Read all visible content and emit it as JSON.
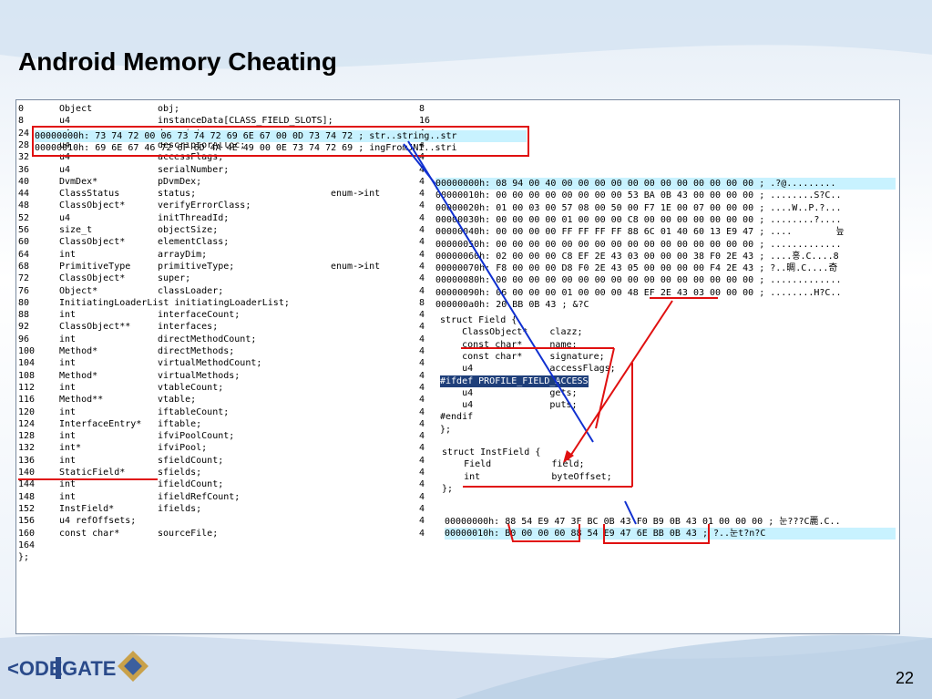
{
  "slide": {
    "title": "Android Memory Cheating",
    "page_number": "22",
    "logo_text": "<ODE GATE"
  },
  "struct_table": [
    {
      "off": "0",
      "type": "Object",
      "name": "obj;",
      "note": "",
      "size": "8"
    },
    {
      "off": "8",
      "type": "u4",
      "name": "instanceData[CLASS_FIELD_SLOTS];",
      "note": "",
      "size": "16"
    },
    {
      "off": "24",
      "type": "u4",
      "name": "descriptor;",
      "note": "",
      "size": "4"
    },
    {
      "off": "28",
      "type": "u4",
      "name": "descriptorAlloc;",
      "note": "",
      "size": "4"
    },
    {
      "off": "32",
      "type": "u4",
      "name": "accessFlags;",
      "note": "",
      "size": "4"
    },
    {
      "off": "36",
      "type": "u4",
      "name": "serialNumber;",
      "note": "",
      "size": "4"
    },
    {
      "off": "40",
      "type": "DvmDex*",
      "name": "pDvmDex;",
      "note": "",
      "size": "4"
    },
    {
      "off": "44",
      "type": "ClassStatus",
      "name": "status;",
      "note": "enum->int",
      "size": "4"
    },
    {
      "off": "48",
      "type": "ClassObject*",
      "name": "verifyErrorClass;",
      "note": "",
      "size": "4"
    },
    {
      "off": "52",
      "type": "u4",
      "name": "initThreadId;",
      "note": "",
      "size": "4"
    },
    {
      "off": "56",
      "type": "size_t",
      "name": "objectSize;",
      "note": "",
      "size": "4"
    },
    {
      "off": "60",
      "type": "ClassObject*",
      "name": "elementClass;",
      "note": "",
      "size": "4"
    },
    {
      "off": "64",
      "type": "int",
      "name": "arrayDim;",
      "note": "",
      "size": "4"
    },
    {
      "off": "68",
      "type": "PrimitiveType",
      "name": "primitiveType;",
      "note": "enum->int",
      "size": "4"
    },
    {
      "off": "72",
      "type": "ClassObject*",
      "name": "super;",
      "note": "",
      "size": "4"
    },
    {
      "off": "76",
      "type": "Object*",
      "name": "classLoader;",
      "note": "",
      "size": "4"
    },
    {
      "off": "80",
      "type": "InitiatingLoaderList initiatingLoaderList;",
      "name": "",
      "note": "",
      "size": "8"
    },
    {
      "off": "88",
      "type": "int",
      "name": "interfaceCount;",
      "note": "",
      "size": "4"
    },
    {
      "off": "92",
      "type": "ClassObject**",
      "name": "interfaces;",
      "note": "",
      "size": "4"
    },
    {
      "off": "96",
      "type": "int",
      "name": "directMethodCount;",
      "note": "",
      "size": "4"
    },
    {
      "off": "100",
      "type": "Method*",
      "name": "directMethods;",
      "note": "",
      "size": "4"
    },
    {
      "off": "104",
      "type": "int",
      "name": "virtualMethodCount;",
      "note": "",
      "size": "4"
    },
    {
      "off": "108",
      "type": "Method*",
      "name": "virtualMethods;",
      "note": "",
      "size": "4"
    },
    {
      "off": "112",
      "type": "int",
      "name": "vtableCount;",
      "note": "",
      "size": "4"
    },
    {
      "off": "116",
      "type": "Method**",
      "name": "vtable;",
      "note": "",
      "size": "4"
    },
    {
      "off": "120",
      "type": "int",
      "name": "iftableCount;",
      "note": "",
      "size": "4"
    },
    {
      "off": "124",
      "type": "InterfaceEntry*",
      "name": "iftable;",
      "note": "",
      "size": "4"
    },
    {
      "off": "128",
      "type": "int",
      "name": "ifviPoolCount;",
      "note": "",
      "size": "4"
    },
    {
      "off": "132",
      "type": "int*",
      "name": "ifviPool;",
      "note": "",
      "size": "4"
    },
    {
      "off": "136",
      "type": "int",
      "name": "sfieldCount;",
      "note": "",
      "size": "4"
    },
    {
      "off": "140",
      "type": "StaticField*",
      "name": "sfields;",
      "note": "",
      "size": "4"
    },
    {
      "off": "144",
      "type": "int",
      "name": "ifieldCount;",
      "note": "",
      "size": "4"
    },
    {
      "off": "148",
      "type": "int",
      "name": "ifieldRefCount;",
      "note": "",
      "size": "4"
    },
    {
      "off": "152",
      "type": "InstField*",
      "name": "ifields;",
      "note": "",
      "size": "4"
    },
    {
      "off": "156",
      "type": "u4 refOffsets;",
      "name": "",
      "note": "",
      "size": "4"
    },
    {
      "off": "160",
      "type": "const char*",
      "name": "sourceFile;",
      "note": "",
      "size": "4"
    },
    {
      "off": "164",
      "type": "",
      "name": "",
      "note": "",
      "size": ""
    },
    {
      "off": "};",
      "type": "",
      "name": "",
      "note": "",
      "size": ""
    }
  ],
  "hex_top": [
    {
      "addr": "00000000h:",
      "bytes": "73 74 72 00 06 73 74 72 69 6E 67 00 0D 73 74 72",
      "ascii": "; str..string..str"
    },
    {
      "addr": "00000010h:",
      "bytes": "69 6E 67 46 72 6F 6D 4A 4E 49 00 0E 73 74 72 69",
      "ascii": "; ingFromJNI..stri"
    }
  ],
  "hex_class": [
    {
      "addr": "00000000h:",
      "bytes": "08 94 00 40 00 00 00 00 00 00 00 00 00 00 00 00",
      "ascii": "; .?@........."
    },
    {
      "addr": "00000010h:",
      "bytes": "00 00 00 00 00 00 00 00 53 BA 0B 43 00 00 00 00",
      "ascii": "; ........S?C.."
    },
    {
      "addr": "00000020h:",
      "bytes": "01 00 03 00 57 08 00 50 00 F7 1E 00 07 00 00 00",
      "ascii": "; ....W..P.?..."
    },
    {
      "addr": "00000030h:",
      "bytes": "00 00 00 00 01 00 00 00 C8 00 00 00 00 00 00 00",
      "ascii": "; ........?...."
    },
    {
      "addr": "00000040h:",
      "bytes": "00 00 00 00 FF FF FF FF 88 6C 01 40 60 13 E9 47",
      "ascii": "; ....        늪"
    },
    {
      "addr": "00000050h:",
      "bytes": "00 00 00 00 00 00 00 00 00 00 00 00 00 00 00 00",
      "ascii": "; ............."
    },
    {
      "addr": "00000060h:",
      "bytes": "02 00 00 00 C8 EF 2E 43 03 00 00 00 38 F0 2E 43",
      "ascii": "; ....홍.C....8"
    },
    {
      "addr": "00000070h:",
      "bytes": "F8 00 00 00 D8 F0 2E 43 05 00 00 00 00 F4 2E 43",
      "ascii": "; ?..晭.C....奇"
    },
    {
      "addr": "00000080h:",
      "bytes": "00 00 00 00 00 00 00 00 00 00 00 00 00 00 00 00",
      "ascii": "; ............."
    },
    {
      "addr": "00000090h:",
      "bytes": "06 00 00 00 01 00 00 00 48 EF 2E 43 03 00 00 00",
      "ascii": "; ........H?C.."
    },
    {
      "addr": "000000a0h:",
      "bytes": "20 BB 0B 43",
      "ascii": "; &?C"
    }
  ],
  "struct_field": [
    "struct Field {",
    "    ClassObject*    clazz;",
    "    const char*     name;",
    "    const char*     signature;",
    "    u4              accessFlags;",
    "#ifdef PROFILE_FIELD_ACCESS",
    "    u4              gets;",
    "    u4              puts;",
    "#endif",
    "};"
  ],
  "struct_instfield": [
    "struct InstField {",
    "    Field           field;",
    "    int             byteOffset;",
    "};"
  ],
  "hex_bottom": [
    {
      "addr": "00000000h:",
      "bytes": "88 54 E9 47 3F BC 0B 43 F0 B9 0B 43 01 00 00 00",
      "ascii": "; 눈???C䴡.C.."
    },
    {
      "addr": "00000010h:",
      "bytes": "B0 00 00 00 88 54 E9 47 6E BB 0B 43",
      "ascii": "; ?..눈t?n?C"
    }
  ],
  "colors": {
    "annotation_red": "#e01010",
    "annotation_blue": "#1030d0",
    "highlight_cyan": "#c8f2ff",
    "selection_navy": "#1f3f7a"
  }
}
